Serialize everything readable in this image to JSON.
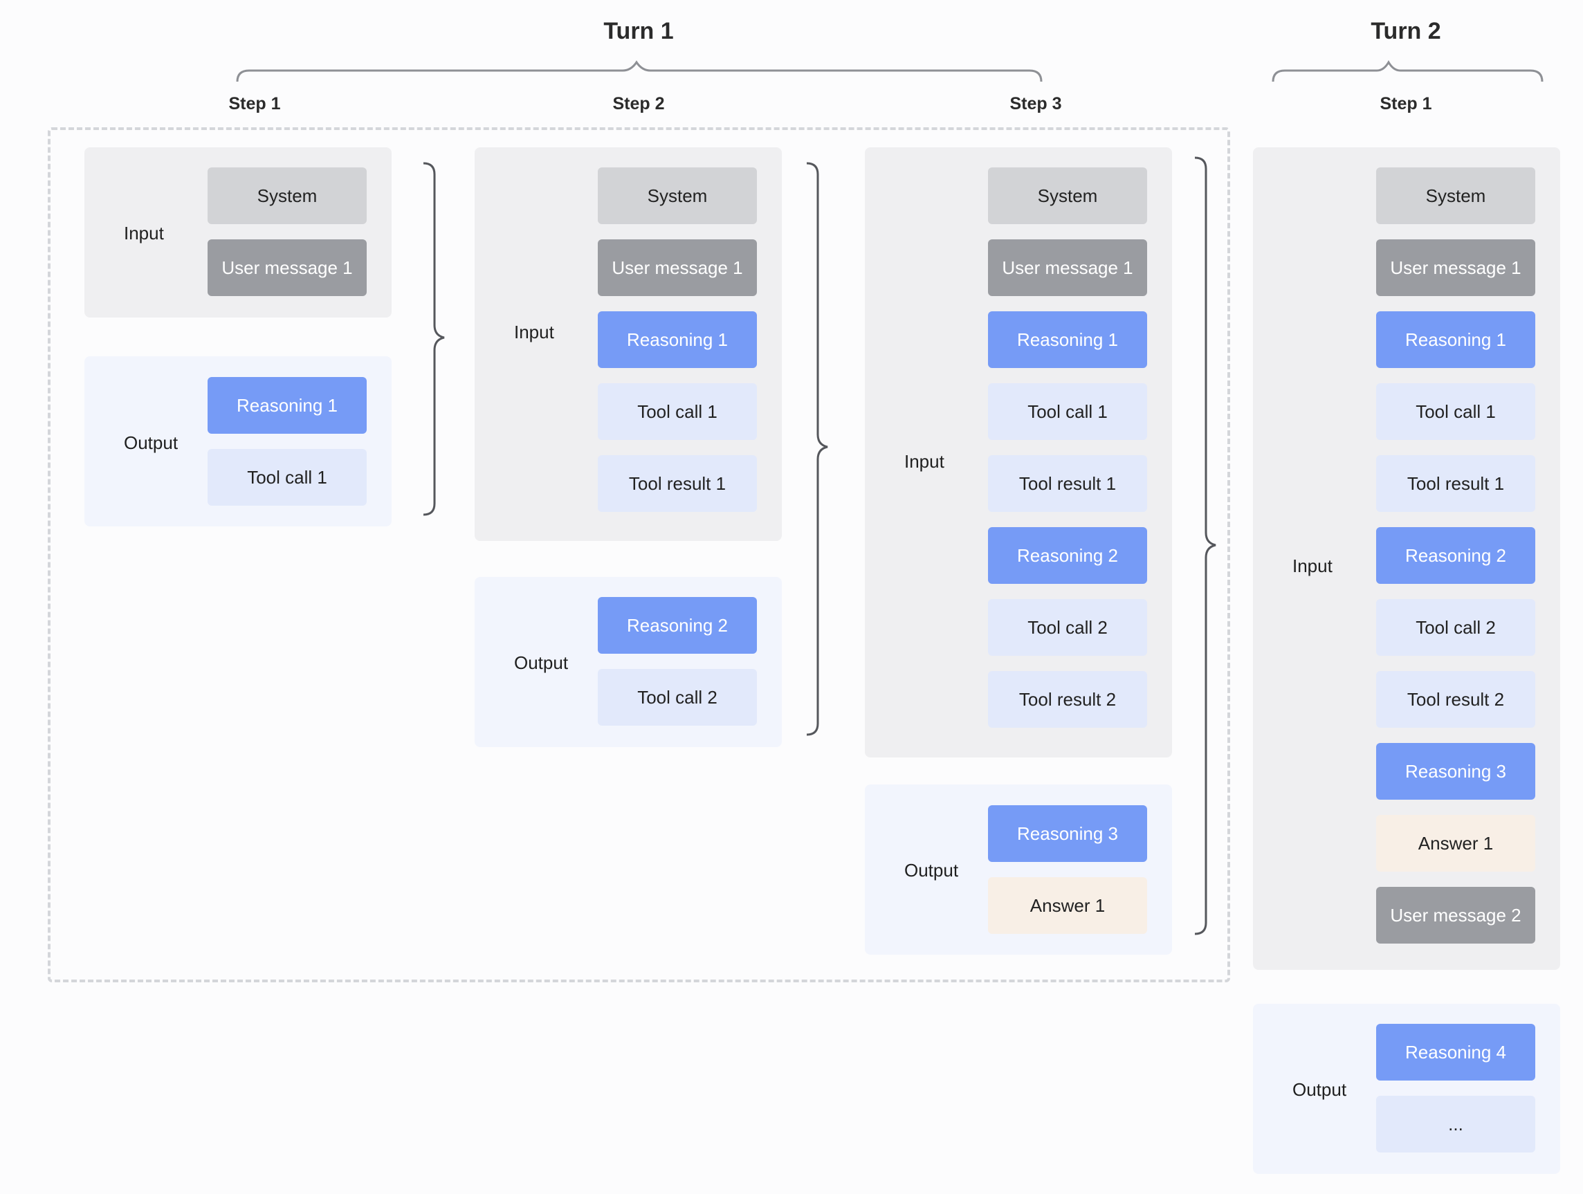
{
  "turns": [
    {
      "title": "Turn 1"
    },
    {
      "title": "Turn 2"
    }
  ],
  "columns": [
    {
      "step_label": "Step 1",
      "input_label": "Input",
      "input_items": [
        {
          "text": "System",
          "kind": "system"
        },
        {
          "text": "User message 1",
          "kind": "user"
        }
      ],
      "output_label": "Output",
      "output_items": [
        {
          "text": "Reasoning 1",
          "kind": "reasoning"
        },
        {
          "text": "Tool call 1",
          "kind": "tool"
        }
      ]
    },
    {
      "step_label": "Step 2",
      "input_label": "Input",
      "input_items": [
        {
          "text": "System",
          "kind": "system"
        },
        {
          "text": "User message 1",
          "kind": "user"
        },
        {
          "text": "Reasoning 1",
          "kind": "reasoning"
        },
        {
          "text": "Tool call 1",
          "kind": "tool"
        },
        {
          "text": "Tool result 1",
          "kind": "tool"
        }
      ],
      "output_label": "Output",
      "output_items": [
        {
          "text": "Reasoning 2",
          "kind": "reasoning"
        },
        {
          "text": "Tool call 2",
          "kind": "tool"
        }
      ]
    },
    {
      "step_label": "Step 3",
      "input_label": "Input",
      "input_items": [
        {
          "text": "System",
          "kind": "system"
        },
        {
          "text": "User message 1",
          "kind": "user"
        },
        {
          "text": "Reasoning 1",
          "kind": "reasoning"
        },
        {
          "text": "Tool call 1",
          "kind": "tool"
        },
        {
          "text": "Tool result 1",
          "kind": "tool"
        },
        {
          "text": "Reasoning 2",
          "kind": "reasoning"
        },
        {
          "text": "Tool call 2",
          "kind": "tool"
        },
        {
          "text": "Tool result 2",
          "kind": "tool"
        }
      ],
      "output_label": "Output",
      "output_items": [
        {
          "text": "Reasoning 3",
          "kind": "reasoning"
        },
        {
          "text": "Answer 1",
          "kind": "answer"
        }
      ]
    },
    {
      "step_label": "Step 1",
      "input_label": "Input",
      "input_items": [
        {
          "text": "System",
          "kind": "system"
        },
        {
          "text": "User message 1",
          "kind": "user"
        },
        {
          "text": "Reasoning 1",
          "kind": "reasoning"
        },
        {
          "text": "Tool call 1",
          "kind": "tool"
        },
        {
          "text": "Tool result 1",
          "kind": "tool"
        },
        {
          "text": "Reasoning 2",
          "kind": "reasoning"
        },
        {
          "text": "Tool call 2",
          "kind": "tool"
        },
        {
          "text": "Tool result 2",
          "kind": "tool"
        },
        {
          "text": "Reasoning 3",
          "kind": "reasoning"
        },
        {
          "text": "Answer 1",
          "kind": "answer"
        },
        {
          "text": "User message 2",
          "kind": "user"
        }
      ],
      "output_label": "Output",
      "output_items": [
        {
          "text": "Reasoning 4",
          "kind": "reasoning"
        },
        {
          "text": "...",
          "kind": "tool"
        }
      ]
    }
  ],
  "colors": {
    "system": "#d2d3d6",
    "user": "#9a9ca1",
    "reasoning": "#769bf6",
    "tool": "#e2e9fb",
    "answer": "#f8efe6",
    "input_panel": "#efeff1",
    "output_panel": "#f2f5fd",
    "bracket": "#55575c"
  }
}
